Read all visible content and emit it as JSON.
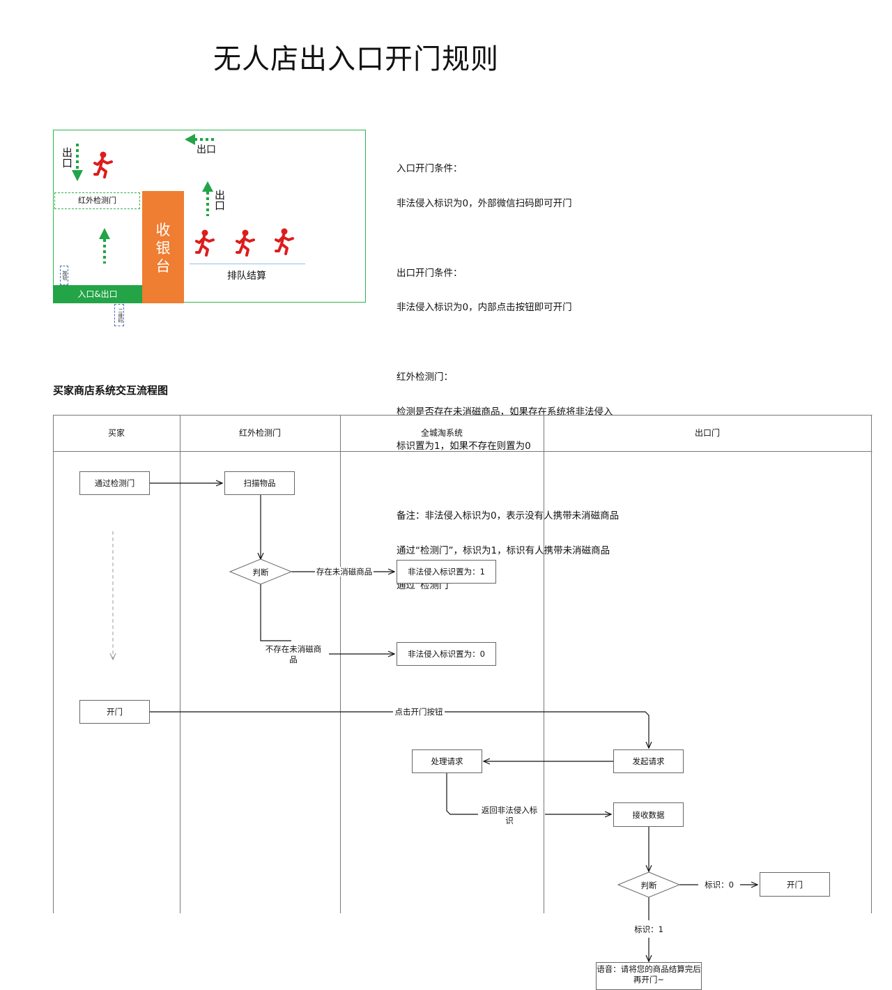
{
  "page_title": "无人店出入口开门规则",
  "layout": {
    "exit_left_label": "出口",
    "exit_top_label": "出口",
    "exit_mid_label": "出口",
    "ir_gate_label": "红外检测门",
    "cashier_label": [
      "收",
      "银",
      "台"
    ],
    "entry_label": "入口&出口",
    "queue_label": "排队结算",
    "small_box_inner": "按钮",
    "small_box_outer": "二维码"
  },
  "notes": [
    {
      "title": "入口开门条件：",
      "lines": [
        "非法侵入标识为0，外部微信扫码即可开门"
      ]
    },
    {
      "title": "出口开门条件：",
      "lines": [
        "非法侵入标识为0，内部点击按钮即可开门"
      ]
    },
    {
      "title": "红外检测门：",
      "lines": [
        "检测是否存在未消磁商品，如果存在系统将非法侵入",
        "标识置为1，如果不存在则置为0"
      ]
    },
    {
      "title": "备注：非法侵入标识为0，表示没有人携带未消磁商品",
      "lines": [
        "通过“检测门”，标识为1，标识有人携带未消磁商品",
        "通过“检测门”"
      ]
    }
  ],
  "flow": {
    "heading": "买家商店系统交互流程图",
    "lanes": [
      "买家",
      "红外检测门",
      "全城淘系统",
      "出口门"
    ],
    "nodes": {
      "pass_gate": "通过检测门",
      "scan_items": "扫描物品",
      "judge1": "判断",
      "flag1": "非法侵入标识置为：1",
      "flag0": "非法侵入标识置为：0",
      "open_door_buyer": "开门",
      "handle_request": "处理请求",
      "send_request": "发起请求",
      "receive_data": "接收数据",
      "judge2": "判断",
      "open_door": "开门",
      "voice": "语音：请将您的商品结算完后再开门~"
    },
    "edge_labels": {
      "has_unmag": "存在未消磁商品",
      "no_unmag": "不存在未消磁商品",
      "click_open": "点击开门按钮",
      "return_flag": "返回非法侵入标识",
      "flag_zero": "标识：0",
      "flag_one": "标识：1"
    }
  },
  "colors": {
    "green": "#2db34a",
    "dark_green": "#22a447",
    "orange": "#ef7d32",
    "runner_red": "#dd1c1c"
  }
}
